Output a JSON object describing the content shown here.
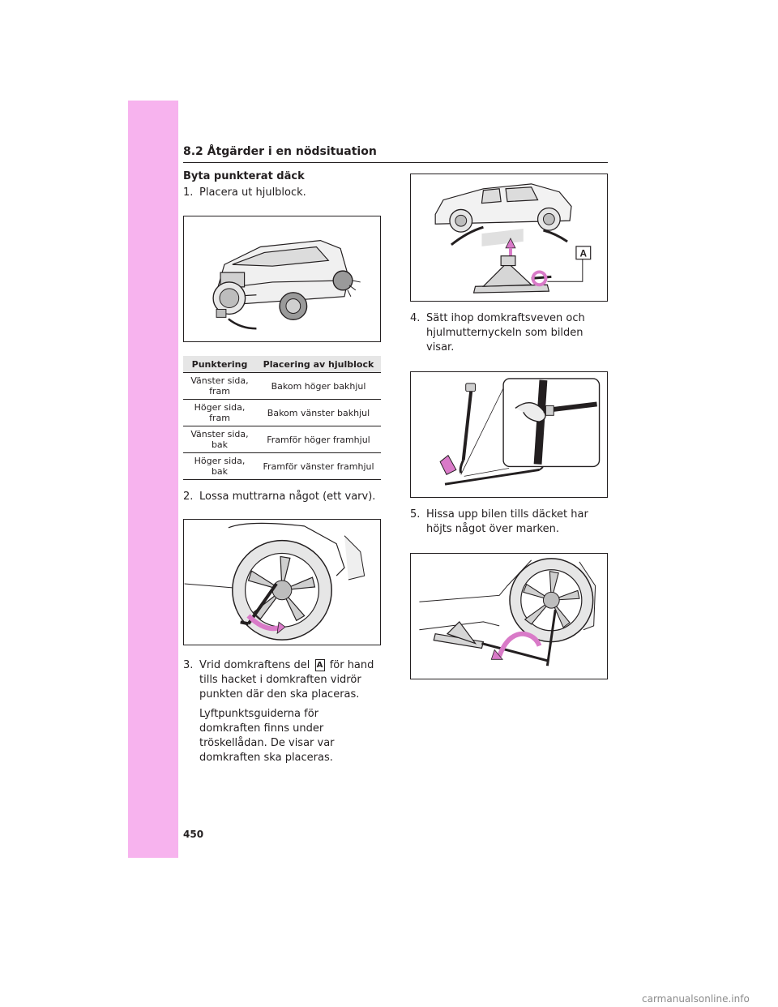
{
  "header": {
    "section_title": "8.2 Åtgärder i en nödsituation"
  },
  "page": {
    "number": "450"
  },
  "watermark": "carmanualsonline.info",
  "section": {
    "heading": "Byta punkterat däck"
  },
  "steps": [
    {
      "num": "1.",
      "text": "Placera ut hjulblock."
    },
    {
      "num": "2.",
      "text": "Lossa muttrarna något (ett varv)."
    },
    {
      "num": "3.",
      "text_before": "Vrid domkraftens del",
      "label": "A",
      "text_after": "för hand tills hacket i domkraften vidrör punkten där den ska placeras.",
      "note": "Lyftpunktsguiderna för domkraften finns under tröskellådan. De visar var domkraften ska placeras."
    },
    {
      "num": "4.",
      "text": "Sätt ihop domkraftsveven och hjulmutternyckeln som bilden visar."
    },
    {
      "num": "5.",
      "text": "Hissa upp bilen tills däcket har höjts något över marken."
    }
  ],
  "table": {
    "headers": [
      "Punktering",
      "Placering av hjulblock"
    ],
    "rows": [
      [
        "Vänster sida, fram",
        "Bakom höger bakhjul"
      ],
      [
        "Höger sida, fram",
        "Bakom vänster bakhjul"
      ],
      [
        "Vänster sida, bak",
        "Framför höger framhjul"
      ],
      [
        "Höger sida, bak",
        "Framför vänster framhjul"
      ]
    ]
  },
  "figure_jack": {
    "label": "A"
  },
  "colors": {
    "sidebar": "#f7b3ee",
    "arrow": "#d97ac8",
    "text": "#231f20"
  }
}
